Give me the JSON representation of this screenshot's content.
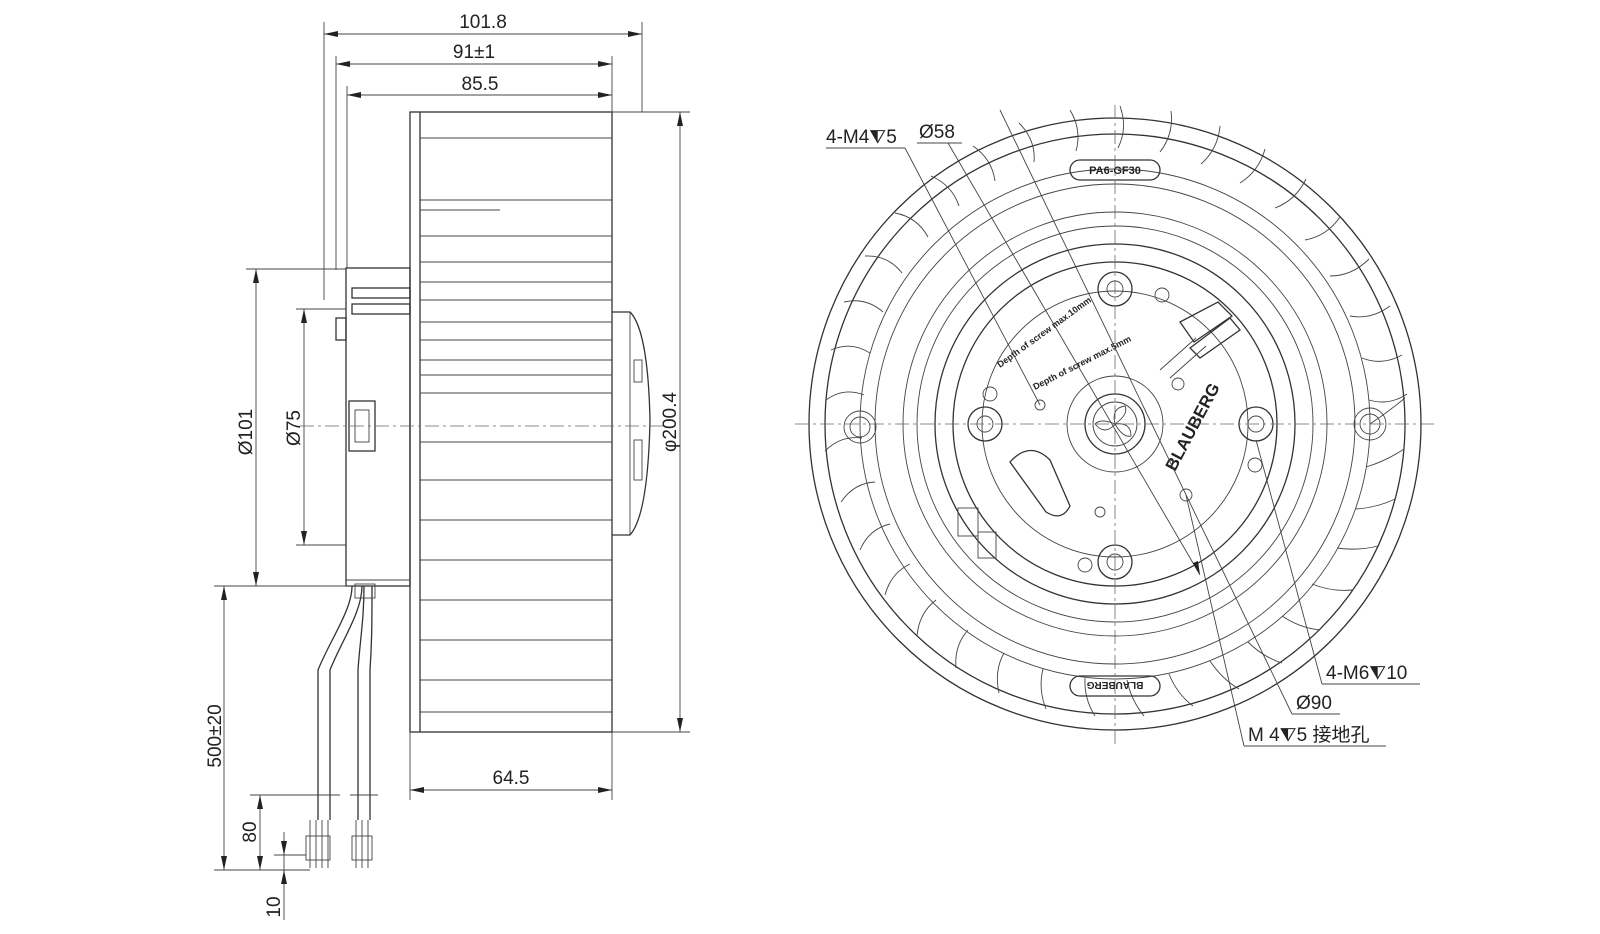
{
  "side_view": {
    "dims": {
      "overall_width": "101.8",
      "flange_width": "91±1",
      "wheel_width": "85.5",
      "blade_width": "64.5",
      "diameter_outer": "φ200.4",
      "diameter_motor": "Ø101",
      "diameter_flange": "Ø75",
      "cable_length": "500±20",
      "strip_length": "80",
      "tinned_length": "10"
    }
  },
  "front_view": {
    "callouts": {
      "m4_holes": "4-M4⧨5",
      "dia_58": "Ø58",
      "m6_holes": "4-M6⧨10",
      "dia_90": "Ø90",
      "ground_hole": "M 4⧨5 接地孔"
    },
    "markings": {
      "material": "PA6-GF30",
      "brand_bottom": "BLAUBERG",
      "brand_hub": "BLAUBERG",
      "screw_depth_10": "Depth of screw max.10mm",
      "screw_depth_5": "Depth of screw max.5mm"
    }
  }
}
